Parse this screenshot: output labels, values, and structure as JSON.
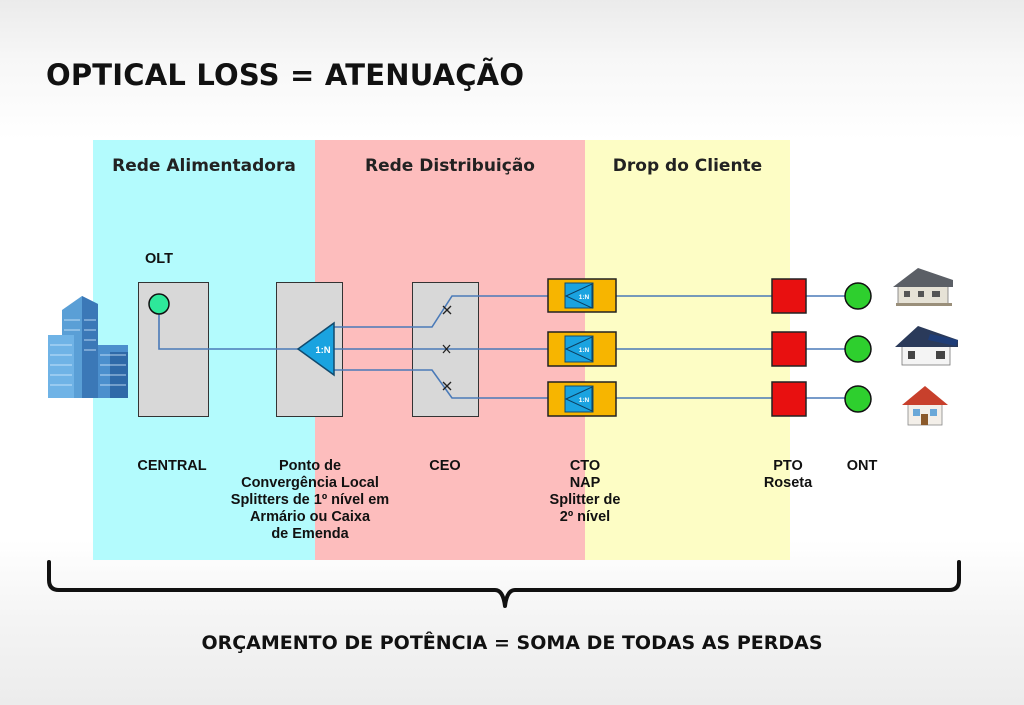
{
  "title": "OPTICAL LOSS = ATENUAÇÃO",
  "zones": {
    "feeder": "Rede Alimentadora",
    "distribution": "Rede Distribuição",
    "drop": "Drop do Cliente"
  },
  "components": {
    "olt": "OLT",
    "central": "CENTRAL",
    "splitter1": [
      "Ponto de",
      "Convergência Local",
      "Splitters de 1º nível em",
      "Armário ou Caixa",
      "de Emenda"
    ],
    "splitter1_ratio": "1:N",
    "ceo": "CEO",
    "cto": [
      "CTO",
      "NAP",
      "Splitter de",
      "2º nível"
    ],
    "nap_ratio": "1:N",
    "pto": [
      "PTO",
      "Roseta"
    ],
    "ont": "ONT"
  },
  "footer": "ORÇAMENTO DE POTÊNCIA = SOMA DE TODAS AS PERDAS",
  "colors": {
    "feeder_zone": "#b3fbfd",
    "distribution_zone": "#fdbdbd",
    "drop_zone": "#fdfdc5",
    "fiber": "#4a7ab8",
    "splitter": "#1aa3e0",
    "nap_box": "#f7b500",
    "pto": "#e81010",
    "ont": "#2ecf2e",
    "olt_port": "#2ee89a"
  }
}
